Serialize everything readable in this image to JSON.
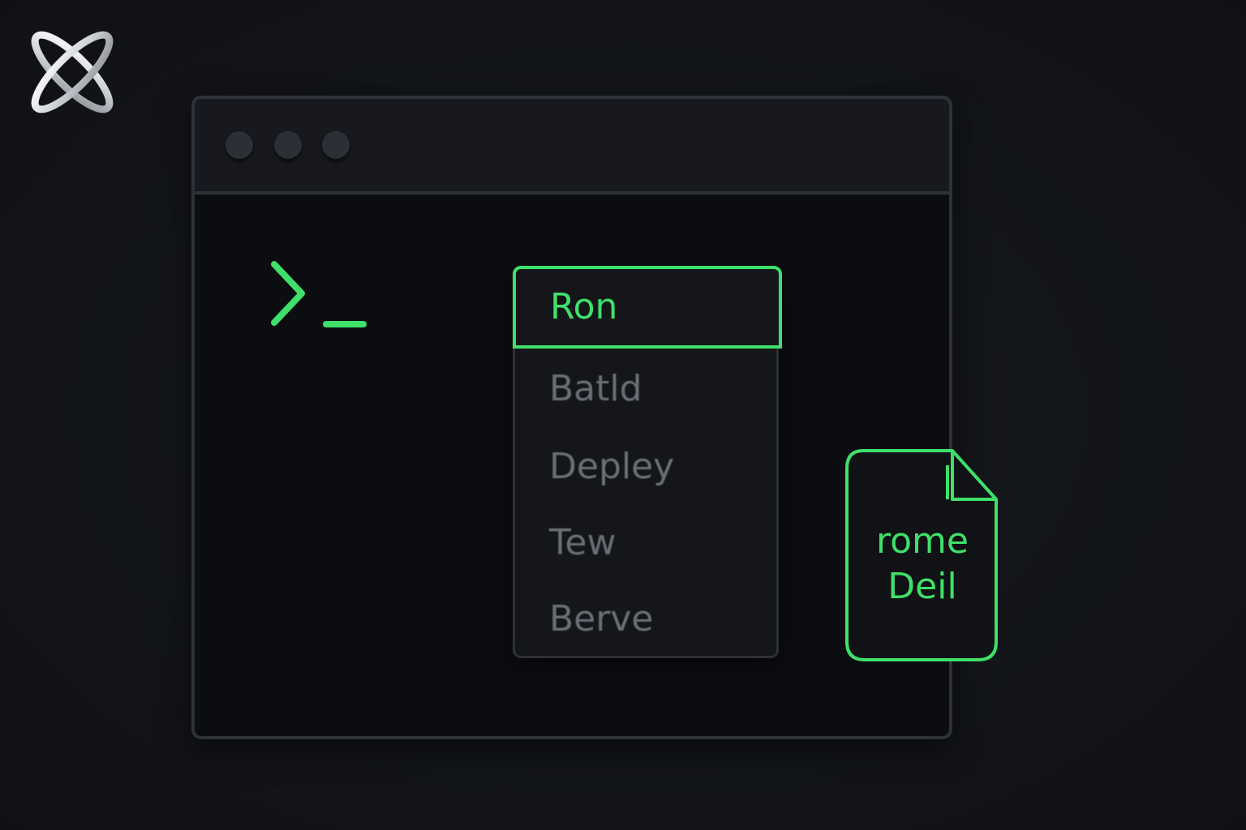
{
  "app": {
    "logo_icon": "x-orbit-logo-icon"
  },
  "terminal": {
    "prompt_icon": "terminal-prompt-icon",
    "accent_color": "#3fe06a",
    "window_controls": [
      "window-dot-1",
      "window-dot-2",
      "window-dot-3"
    ]
  },
  "dropdown": {
    "selected": "Ron",
    "items": [
      {
        "label": "Ron",
        "selected": true
      },
      {
        "label": "Batld",
        "selected": false
      },
      {
        "label": "Depley",
        "selected": false
      },
      {
        "label": "Tew",
        "selected": false
      },
      {
        "label": "Berve",
        "selected": false
      }
    ]
  },
  "file": {
    "icon": "document-icon",
    "line1": "rome",
    "line2": "Deil"
  },
  "colors": {
    "background": "#121418",
    "window": "#0c0d10",
    "titlebar": "#17191e",
    "border": "#2e3238",
    "muted_text": "#6a6e75",
    "accent": "#3fe06a"
  }
}
